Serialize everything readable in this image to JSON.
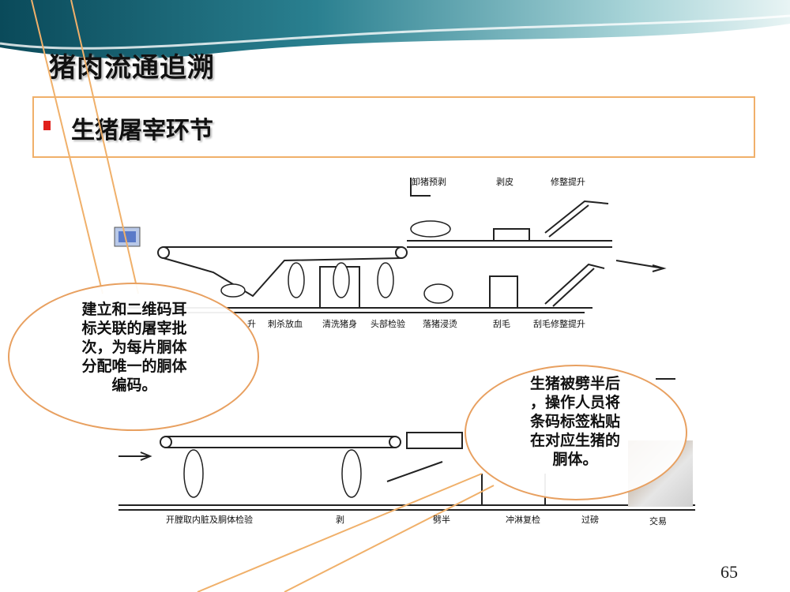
{
  "slide": {
    "title": "猪肉流通追溯",
    "bullet": "生猪屠宰环节",
    "page_number": "65"
  },
  "diagram": {
    "top_labels": [
      "卸猪预剥",
      "剥皮",
      "修整提升"
    ],
    "row1_labels": [
      "刺杀放血",
      "清洗猪身",
      "头部检验",
      "落猪浸烫",
      "刮毛",
      "刮毛修整提升"
    ],
    "row1_partial": "升",
    "row2_labels": [
      "开膛取内脏及胴体检验",
      "劈半",
      "冲淋复检",
      "过磅",
      "交易"
    ],
    "row2_partial": "剥"
  },
  "callouts": {
    "left": [
      "建立和二维码耳",
      "标关联的屠宰批",
      "次，为每片胴体",
      "分配唯一的胴体",
      "编码。"
    ],
    "right": [
      "生猪被劈半后",
      "，操作人员将",
      "条码标签粘贴",
      "在对应生猪的",
      "胴体。"
    ]
  },
  "colors": {
    "accent": "#e0201b",
    "border": "#f0b06a",
    "line": "#222222"
  }
}
